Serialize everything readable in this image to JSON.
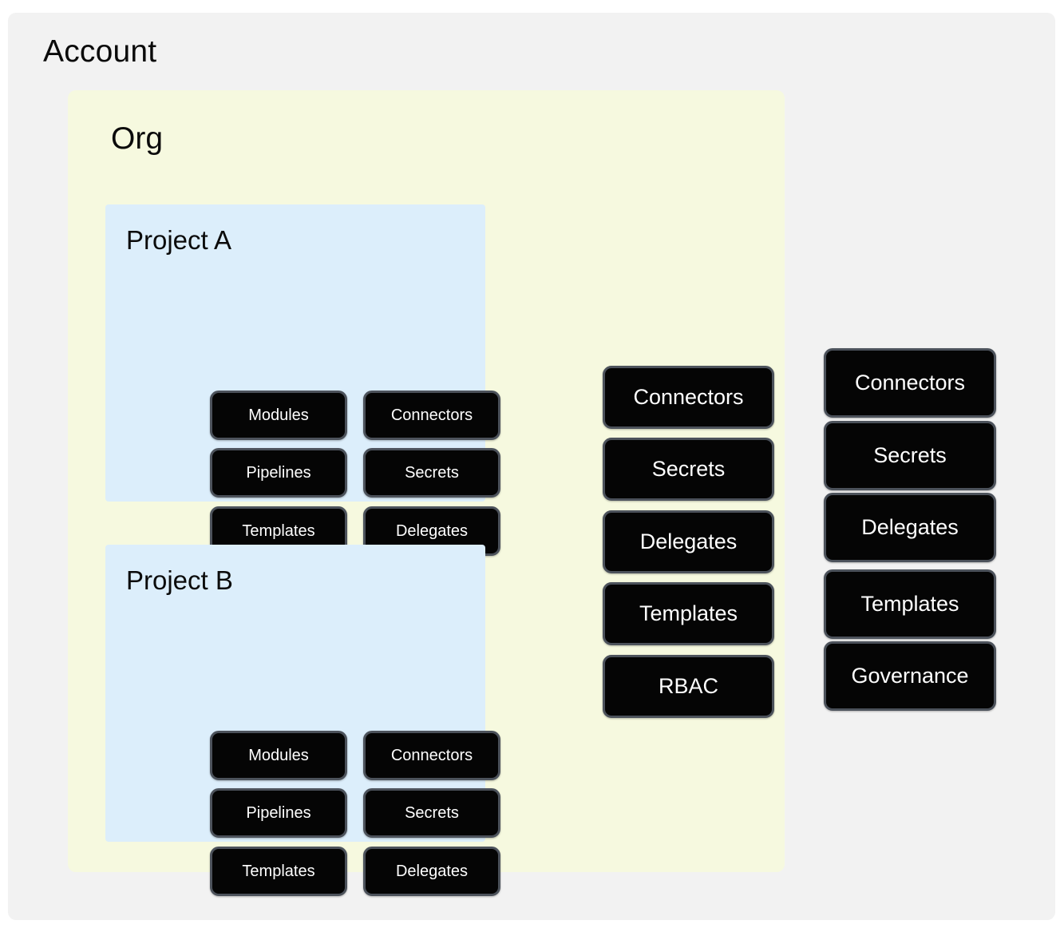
{
  "diagram": {
    "type": "hierarchy",
    "title": "Account",
    "levels": [
      "Account",
      "Org",
      "Project"
    ],
    "colors": {
      "page_background": "#ffffff",
      "account_fill": "#f2f2f2",
      "org_fill": "#f6f9df",
      "project_fill": "#dceefb",
      "node_fill": "#050505",
      "node_border": "#4c525b",
      "node_text": "#ffffff",
      "heading_text": "#0b0b0b"
    }
  },
  "account": {
    "title": "Account",
    "resources": [
      {
        "label": "Connectors"
      },
      {
        "label": "Secrets"
      },
      {
        "label": "Delegates"
      },
      {
        "label": "Templates"
      },
      {
        "label": "Governance"
      }
    ]
  },
  "org": {
    "title": "Org",
    "resources": [
      {
        "label": "Connectors"
      },
      {
        "label": "Secrets"
      },
      {
        "label": "Delegates"
      },
      {
        "label": "Templates"
      },
      {
        "label": "RBAC"
      }
    ]
  },
  "projects": [
    {
      "title": "Project A",
      "left_column": [
        {
          "label": "Modules"
        },
        {
          "label": "Pipelines"
        },
        {
          "label": "Templates"
        }
      ],
      "right_column": [
        {
          "label": "Connectors"
        },
        {
          "label": "Secrets"
        },
        {
          "label": "Delegates"
        }
      ]
    },
    {
      "title": "Project B",
      "left_column": [
        {
          "label": "Modules"
        },
        {
          "label": "Pipelines"
        },
        {
          "label": "Templates"
        }
      ],
      "right_column": [
        {
          "label": "Connectors"
        },
        {
          "label": "Secrets"
        },
        {
          "label": "Delegates"
        }
      ]
    }
  ]
}
